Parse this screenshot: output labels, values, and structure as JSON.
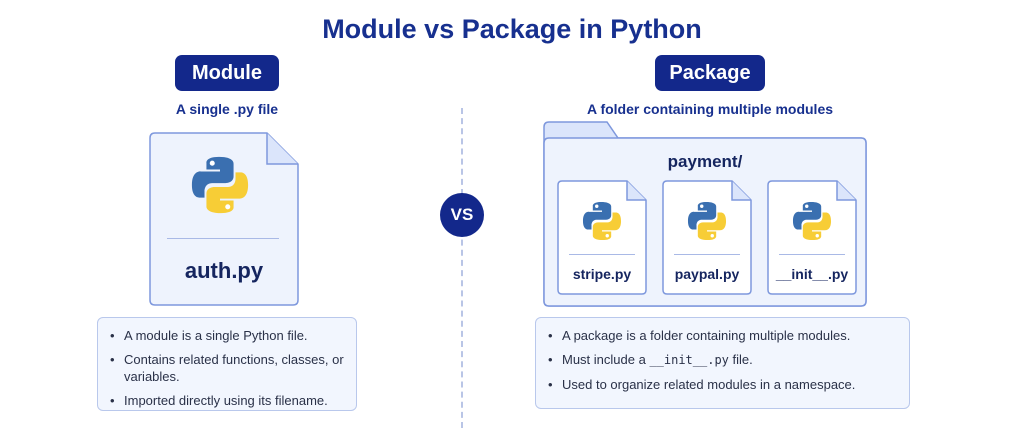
{
  "title": "Module vs Package in Python",
  "vs_label": "VS",
  "module": {
    "heading": "Module",
    "subtitle": "A single .py file",
    "file_name": "auth.py",
    "notes": [
      "A module is a single Python file.",
      "Contains related functions, classes, or variables.",
      "Imported directly using its filename."
    ]
  },
  "package": {
    "heading": "Package",
    "subtitle": "A folder containing multiple modules",
    "folder_name": "payment/",
    "files": [
      "stripe.py",
      "paypal.py",
      "__init__.py"
    ],
    "notes": {
      "item1": "A package is a folder containing multiple modules.",
      "item2_prefix": "Must include a ",
      "item2_code": "__init__.py",
      "item2_suffix": " file.",
      "item3": "Used to organize related modules in a namespace."
    }
  },
  "colors": {
    "navy": "#13288b",
    "file_fill": "#eef3fd",
    "file_stroke": "#7e98dd",
    "python_blue": "#3a6fb0",
    "python_yellow": "#f7cd36"
  },
  "icons": [
    "python-logo-icon",
    "file-icon",
    "folder-icon"
  ]
}
